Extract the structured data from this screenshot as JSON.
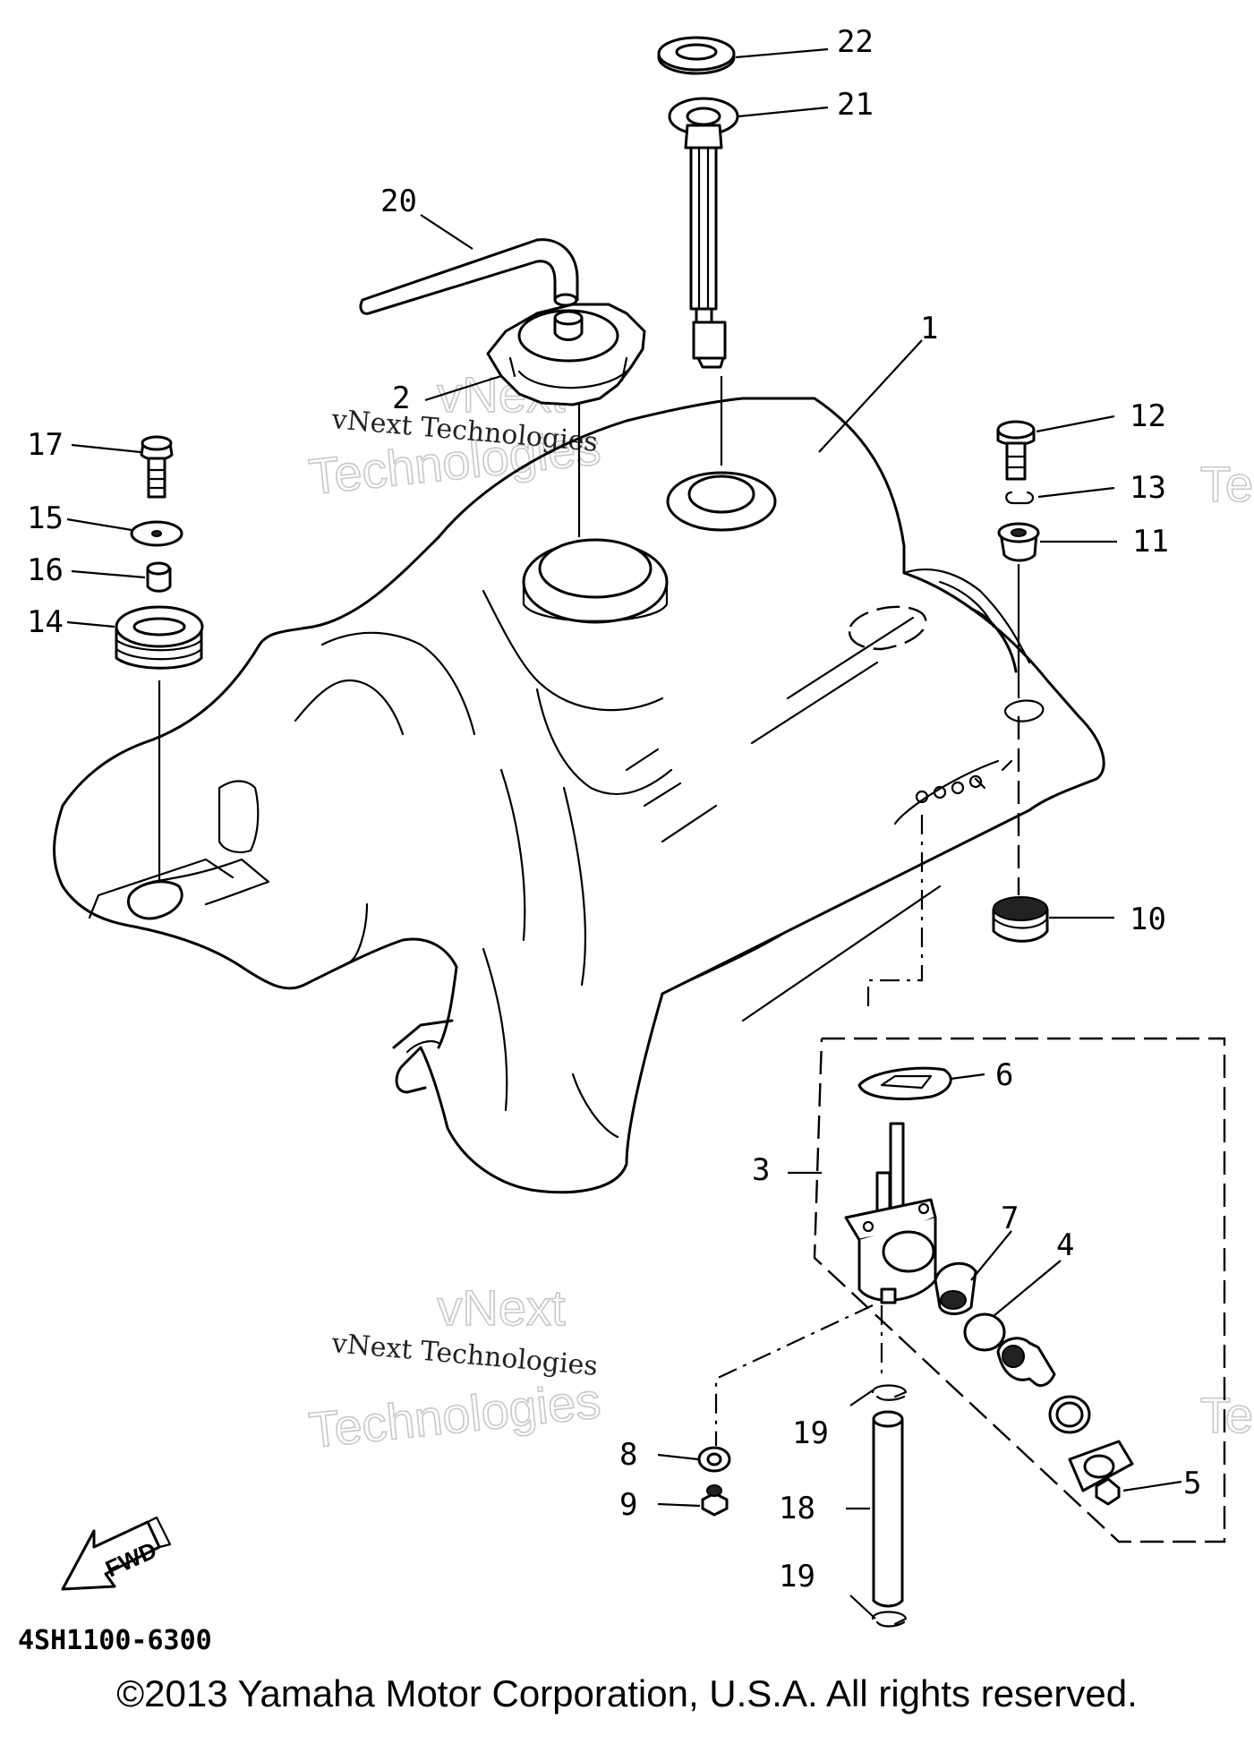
{
  "diagram": {
    "drawing_code": "4SH1100-6300",
    "direction_label": "FWD",
    "callouts": [
      {
        "id": "c1",
        "label": "1"
      },
      {
        "id": "c2",
        "label": "2"
      },
      {
        "id": "c3",
        "label": "3"
      },
      {
        "id": "c4",
        "label": "4"
      },
      {
        "id": "c5",
        "label": "5"
      },
      {
        "id": "c6",
        "label": "6"
      },
      {
        "id": "c7",
        "label": "7"
      },
      {
        "id": "c8",
        "label": "8"
      },
      {
        "id": "c9",
        "label": "9"
      },
      {
        "id": "c10",
        "label": "10"
      },
      {
        "id": "c11",
        "label": "11"
      },
      {
        "id": "c12",
        "label": "12"
      },
      {
        "id": "c13",
        "label": "13"
      },
      {
        "id": "c14",
        "label": "14"
      },
      {
        "id": "c15",
        "label": "15"
      },
      {
        "id": "c16",
        "label": "16"
      },
      {
        "id": "c17",
        "label": "17"
      },
      {
        "id": "c18",
        "label": "18"
      },
      {
        "id": "c19a",
        "label": "19"
      },
      {
        "id": "c19b",
        "label": "19"
      },
      {
        "id": "c20",
        "label": "20"
      },
      {
        "id": "c21",
        "label": "21"
      },
      {
        "id": "c22",
        "label": "22"
      }
    ]
  },
  "watermarks": {
    "small_text": "vNext Technologies",
    "big_line1": "vNext",
    "big_line2": "Technologies",
    "edge_fragment": "Te"
  },
  "footer": {
    "copyright": "©2013 Yamaha Motor Corporation, U.S.A. All rights reserved."
  }
}
